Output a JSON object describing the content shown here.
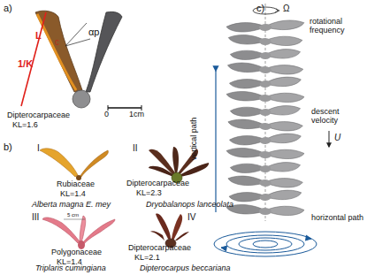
{
  "diagram": {
    "labels": [
      "a)",
      "L",
      "c",
      "αp",
      "1/K",
      "Dipterocarpaceae",
      "KL=1.6",
      "0",
      "1cm",
      "b)",
      "I",
      "II",
      "Rubiaceae",
      "KL=1.4",
      "Alberta magna E. mey",
      "Dipterocarpaceae",
      "KL=2.3",
      "Dryobalanops lanceolata",
      "III",
      "5 cm",
      "Polygonaceae",
      "KL=1.4",
      "Triplaris cumingiana",
      "IV",
      "Dipterocarpaceae",
      "KL=2.1",
      "Dipterocarpus beccariana",
      "c)",
      "Ω",
      "rotational frequency",
      "descent velocity",
      "U",
      "vertical path",
      "horizontal path"
    ]
  }
}
